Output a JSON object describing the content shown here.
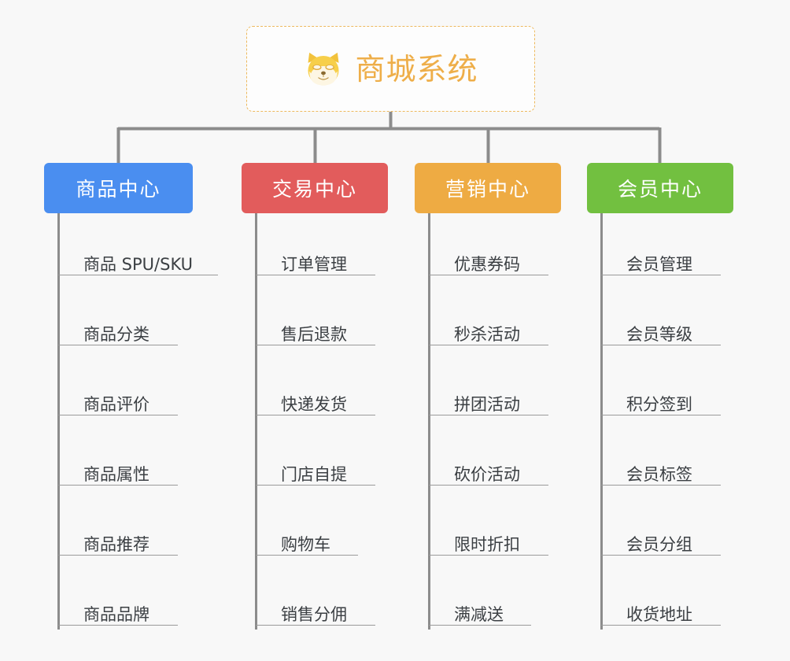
{
  "diagram": {
    "title": "商城系统",
    "root": {
      "icon": "dog-face-icon",
      "label": "商城系统",
      "text_color": "#eeae49",
      "border_color": "#edb95e",
      "background": "#fdfdfd"
    },
    "background": "#f8f8f8",
    "connector_color": "#8c8c8c",
    "leaf_text_color": "#3b3f43",
    "leaf_rule_color": "#9a9a9a",
    "columns": [
      {
        "label": "商品中心",
        "color": "#4a8ef0",
        "items": [
          "商品 SPU/SKU",
          "商品分类",
          "商品评价",
          "商品属性",
          "商品推荐",
          "商品品牌"
        ]
      },
      {
        "label": "交易中心",
        "color": "#e25c5c",
        "items": [
          "订单管理",
          "售后退款",
          "快递发货",
          "门店自提",
          "购物车",
          "销售分佣"
        ]
      },
      {
        "label": "营销中心",
        "color": "#eeab43",
        "items": [
          "优惠券码",
          "秒杀活动",
          "拼团活动",
          "砍价活动",
          "限时折扣",
          "满减送"
        ]
      },
      {
        "label": "会员中心",
        "color": "#72c040",
        "items": [
          "会员管理",
          "会员等级",
          "积分签到",
          "会员标签",
          "会员分组",
          "收货地址"
        ]
      }
    ]
  }
}
